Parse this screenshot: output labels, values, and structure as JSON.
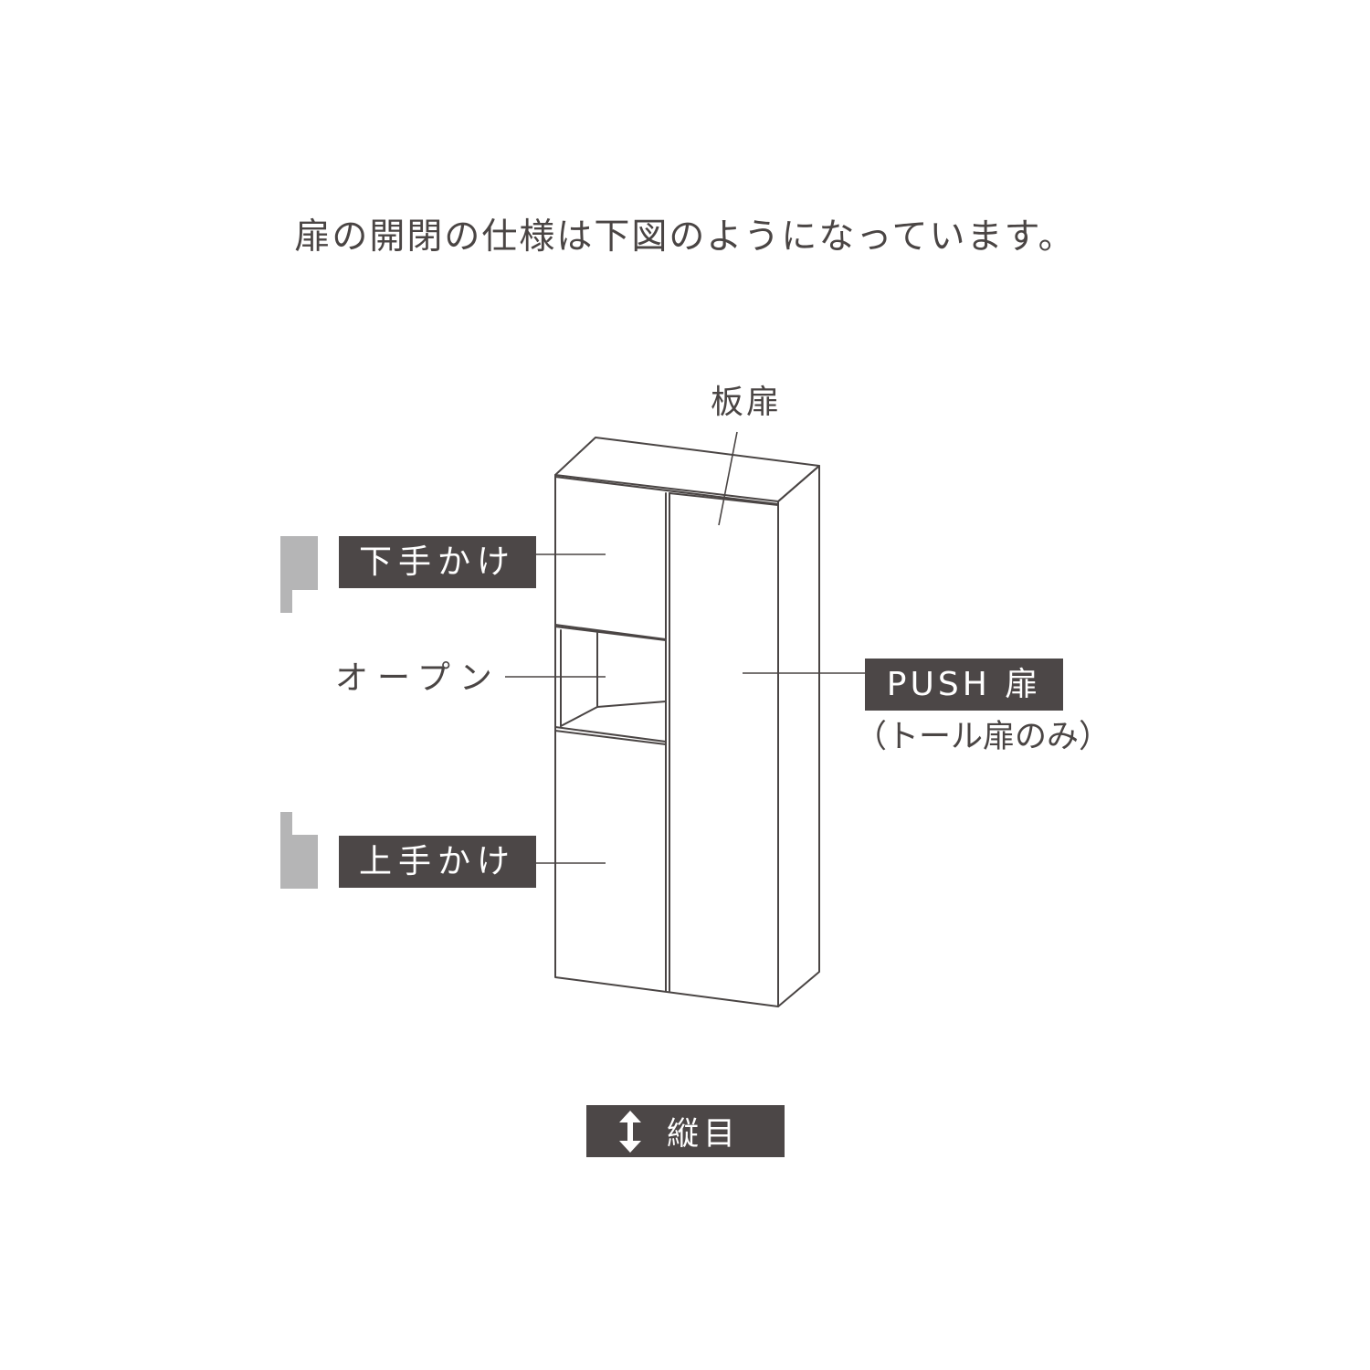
{
  "heading": "扉の開閉の仕様は下図のようになっています。",
  "labels": {
    "panel_door": "板扉",
    "open": "オープン",
    "lower_grip": "下手かけ",
    "upper_grip": "上手かけ",
    "push_door": "PUSH 扉",
    "push_note": "（トール扉のみ）"
  },
  "grain": {
    "label": "縦目",
    "icon": "vertical-double-arrow-icon"
  },
  "colors": {
    "text": "#4a4544",
    "tag_background": "#4c4747",
    "tag_text": "#ffffff",
    "grip_icon": "#b5b5b6",
    "line": "#4a4544"
  }
}
